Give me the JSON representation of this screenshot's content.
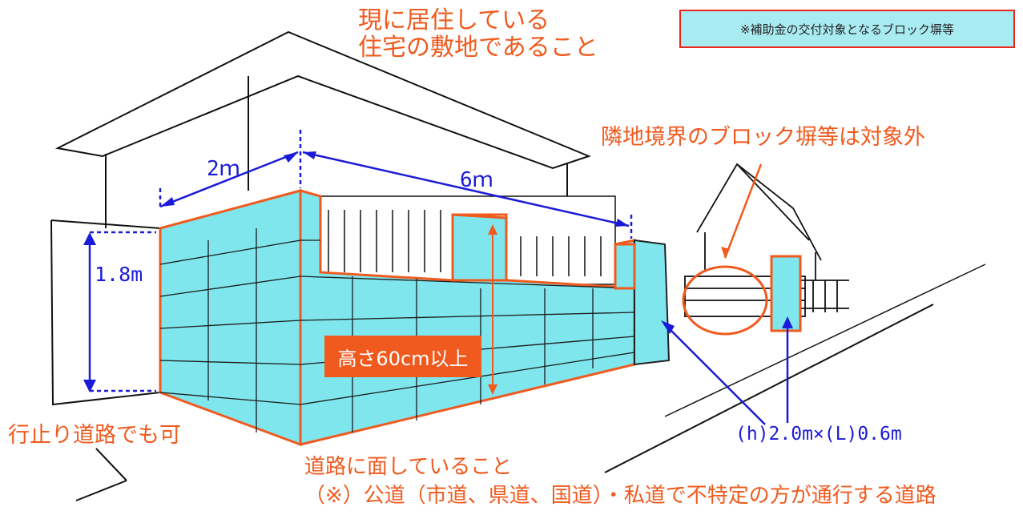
{
  "labels": {
    "residence_condition_line1": "現に居住している",
    "residence_condition_line2": "住宅の敷地であること",
    "legend_note": "※補助金の交付対象となるブロック塀等",
    "neighbor_boundary_excluded": "隣地境界のブロック塀等は対象外",
    "width_side": "2ｍ",
    "width_front": "6ｍ",
    "gate_height": "1.8m",
    "height_requirement": "高さ60cm以上",
    "pillar_size": "(h)2.0m×(L)0.6m",
    "dead_end_ok": "行止り道路でも可",
    "facing_road": "道路に面していること",
    "road_note": "（※）公道（市道、県道、国道）・私道で不特定の方が通行する道路"
  },
  "colors": {
    "wall_fill": "#7fe6ee",
    "wall_outline": "#f05a1e",
    "annotation_text": "#f05a1e",
    "dimension_lines": "#1a1ad8",
    "legend_fill": "#a8ecf2",
    "legend_border": "#e8261c",
    "sketch_lines": "#111111"
  }
}
